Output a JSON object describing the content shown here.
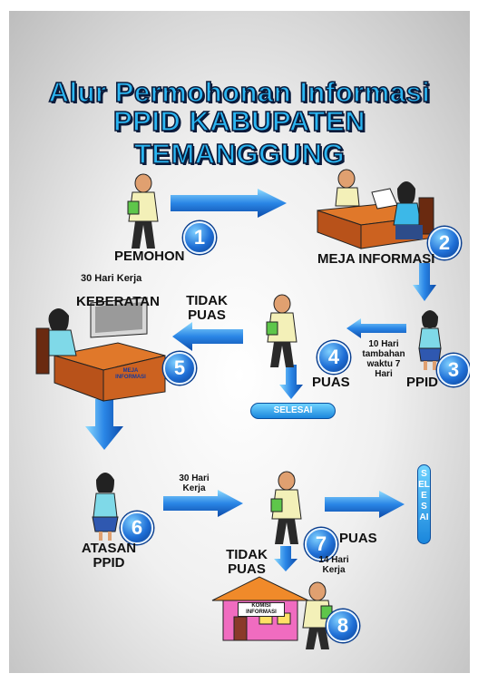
{
  "title": {
    "line1": "Alur Permohonan Informasi",
    "line2": "PPID KABUPATEN TEMANGGUNG"
  },
  "steps": [
    {
      "number": "1",
      "label": "PEMOHON"
    },
    {
      "number": "2",
      "label": "MEJA INFORMASI"
    },
    {
      "number": "3",
      "label": "PPID"
    },
    {
      "number": "4",
      "label": "PUAS"
    },
    {
      "number": "5",
      "label": "KEBERATAN"
    },
    {
      "number": "6",
      "label": "ATASAN PPID"
    },
    {
      "number": "7",
      "label": "PUAS"
    },
    {
      "number": "8",
      "label": ""
    }
  ],
  "notes": {
    "keberatan_days": "30 Hari Kerja",
    "tidak_puas_1": "TIDAK PUAS",
    "tidak_puas_2": "TIDAK PUAS",
    "ppid_days": "10 Hari tambahan waktu 7 Hari",
    "atasan_days": "30 Hari Kerja",
    "komisi_days": "14 Hari Kerja"
  },
  "desk_sign": "MEJA INFORMASI",
  "building_sign": "KOMISI INFORMASI",
  "selesai_1": "SELESAI",
  "selesai_2": "SELESAI",
  "colors": {
    "arrow": "#1e6fd9",
    "title": "#2bb6f2",
    "badge": "#1f6fd6",
    "building": "#f06cc0"
  }
}
